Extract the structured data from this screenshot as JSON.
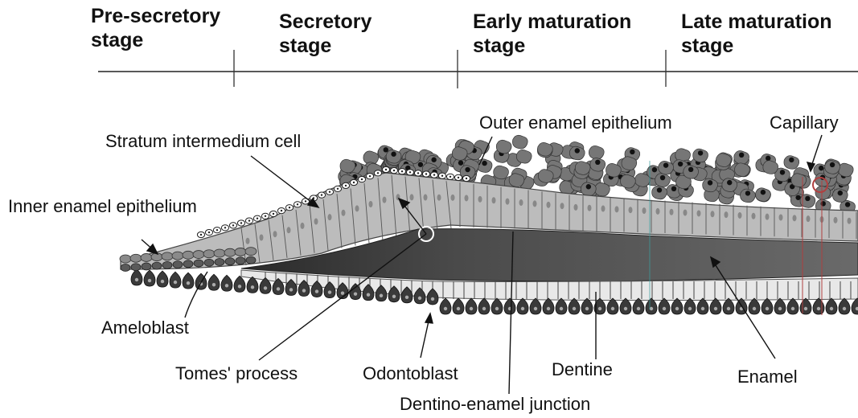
{
  "stages": [
    {
      "line1": "Pre-secretory",
      "line2": "stage"
    },
    {
      "line1": "Secretory",
      "line2": "stage"
    },
    {
      "line1": "Early maturation",
      "line2": "stage"
    },
    {
      "line1": "Late maturation",
      "line2": "stage"
    }
  ],
  "labels": {
    "outer_enamel_epithelium": "Outer enamel epithelium",
    "capillary": "Capillary",
    "stratum_intermedium_cell": "Stratum intermedium cell",
    "inner_enamel_epithelium": "Inner enamel epithelium",
    "ameloblast": "Ameloblast",
    "tomes_process": "Tomes' process",
    "odontoblast": "Odontoblast",
    "dentine": "Dentine",
    "enamel": "Enamel",
    "dentino_enamel_junction": "Dentino-enamel junction"
  },
  "colors": {
    "ameloblast_cell": "#b9b9b9",
    "enamel_band": "#5a5a5a",
    "outer_epithelium": "#767676",
    "odontoblast_cell": "#3a3a3a"
  }
}
